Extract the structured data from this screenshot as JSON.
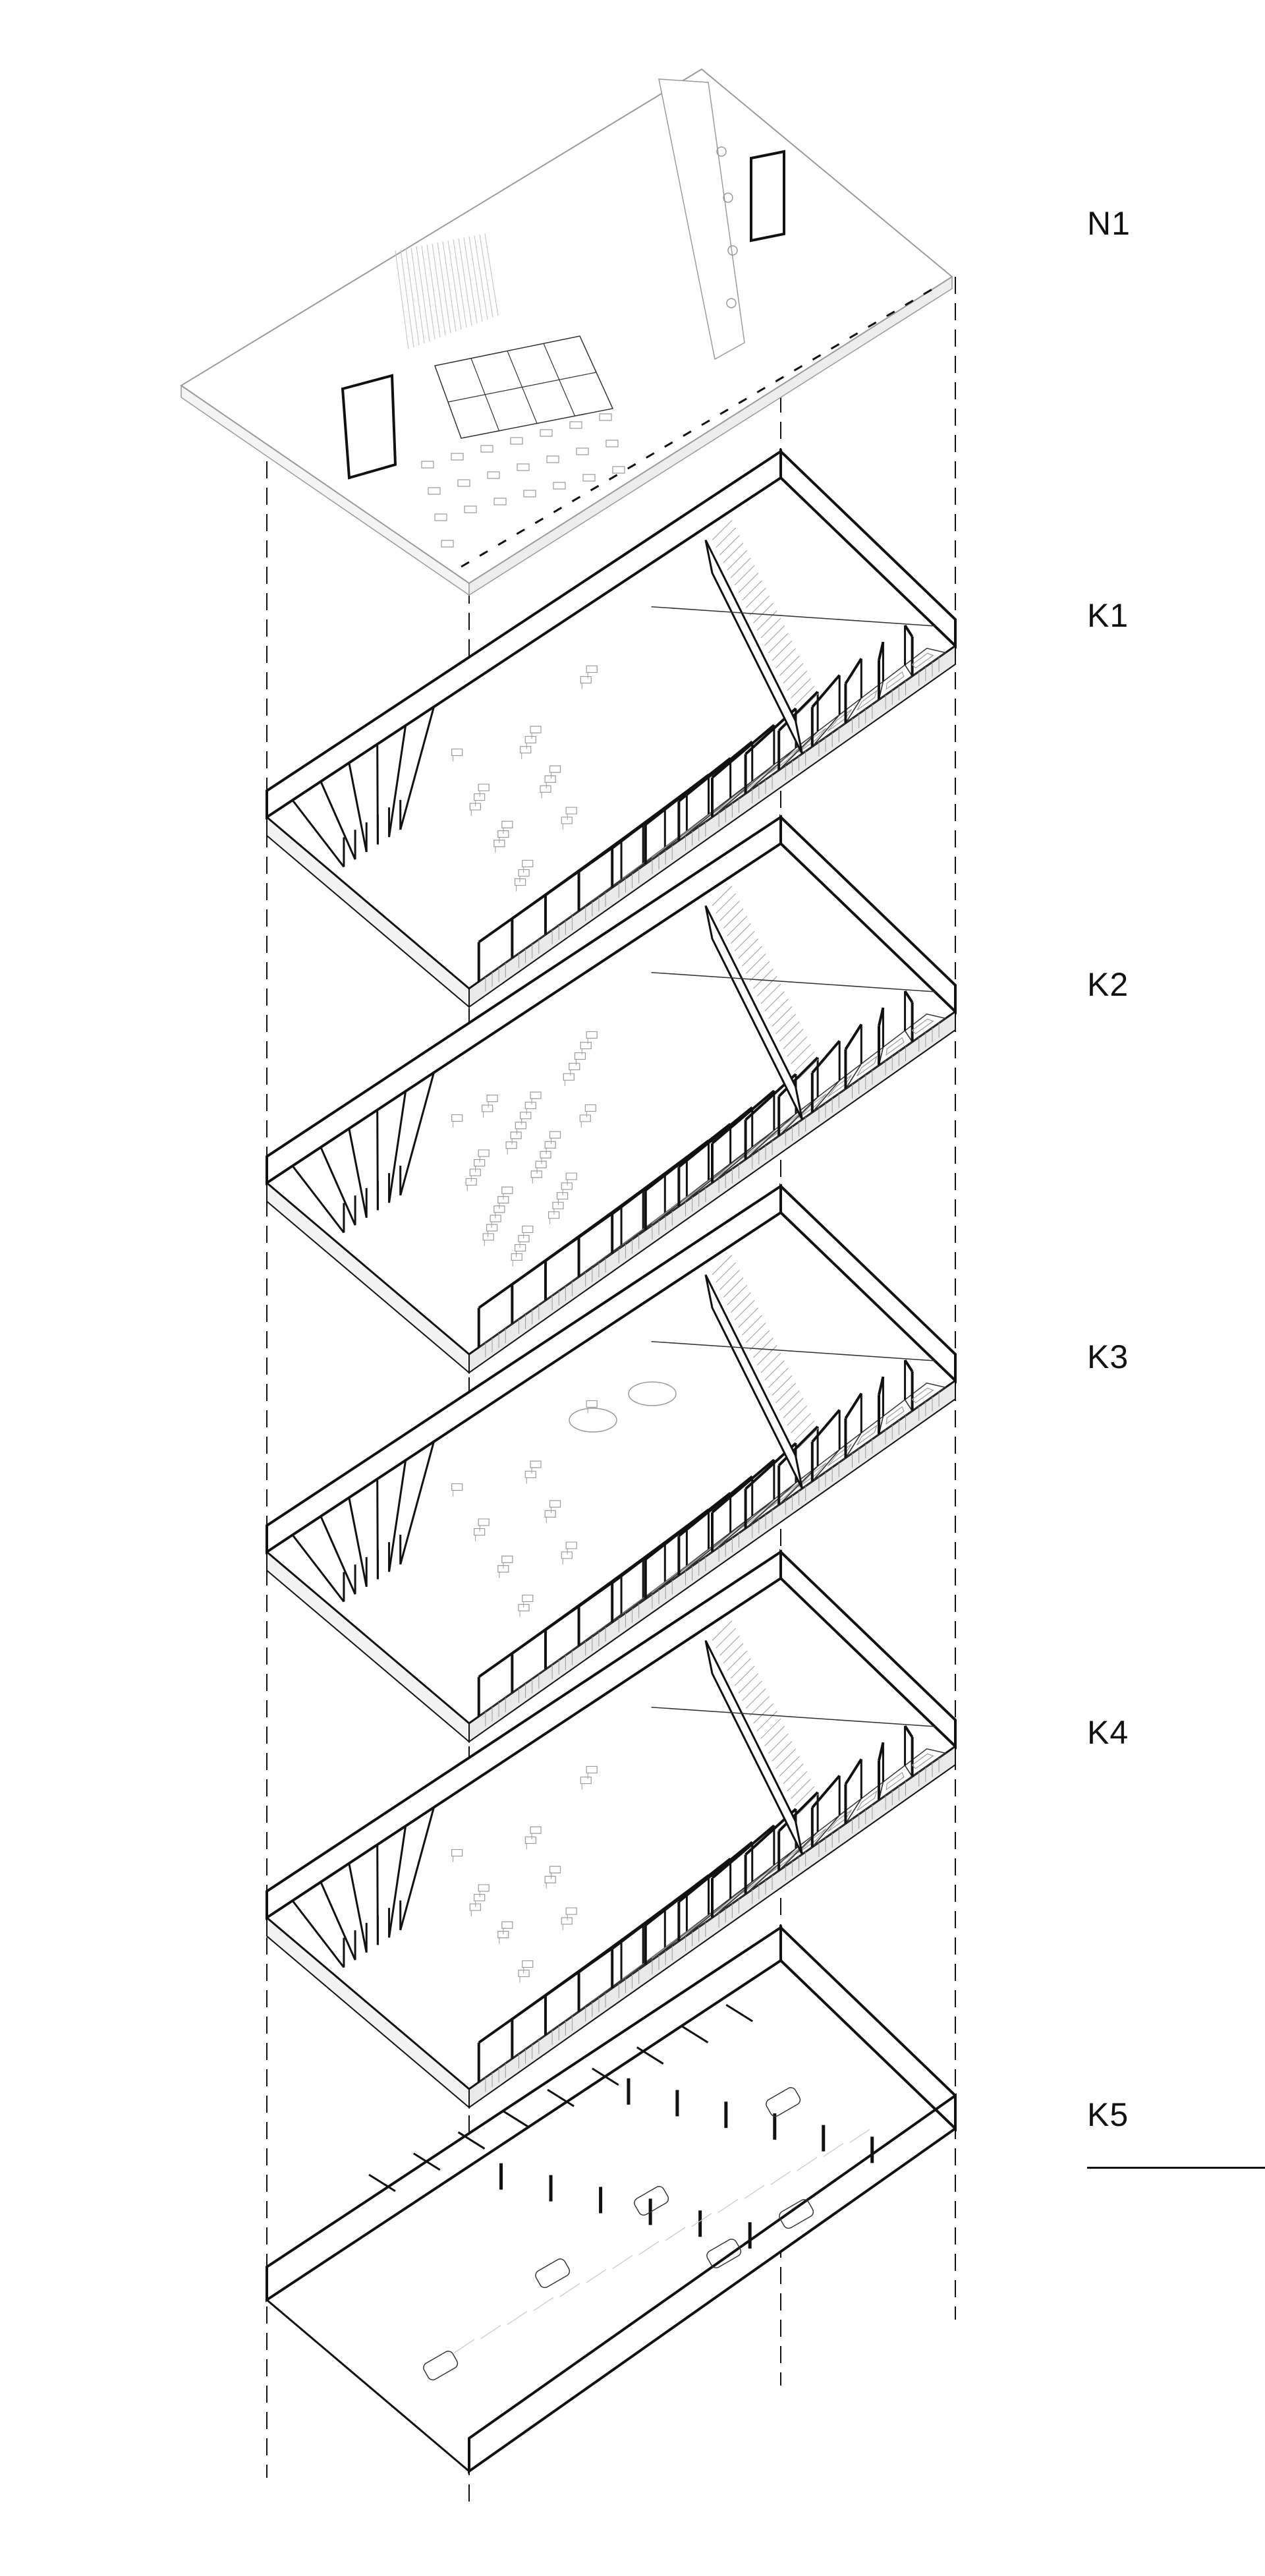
{
  "levels": [
    {
      "id": "n1",
      "label": "N1"
    },
    {
      "id": "k1",
      "label": "K1"
    },
    {
      "id": "k2",
      "label": "K2"
    },
    {
      "id": "k3",
      "label": "K3"
    },
    {
      "id": "k4",
      "label": "K4"
    },
    {
      "id": "k5",
      "label": "K5"
    }
  ],
  "active_level": "K5",
  "colors": {
    "ink": "#111111",
    "line": "#333333",
    "light": "#9a9a9a",
    "faint": "#c8c8c8",
    "background": "#ffffff"
  }
}
